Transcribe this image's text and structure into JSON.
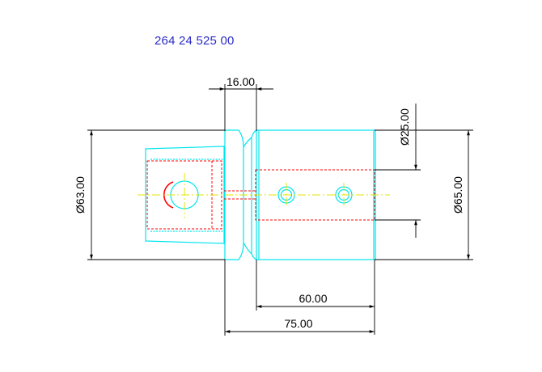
{
  "drawing": {
    "part_number": "264 24 525 00",
    "dimensions": {
      "flange_width": "16.00",
      "dia_left": "Ø63.00",
      "dia_bore": "Ø25.00",
      "dia_right": "Ø65.00",
      "body_length": "60.00",
      "total_length": "75.00"
    },
    "colors": {
      "outline": "#00e5ee",
      "hidden": "#ff0000",
      "centerline": "#e6e600",
      "dimension": "#000000",
      "title": "#2b2bc8"
    }
  }
}
